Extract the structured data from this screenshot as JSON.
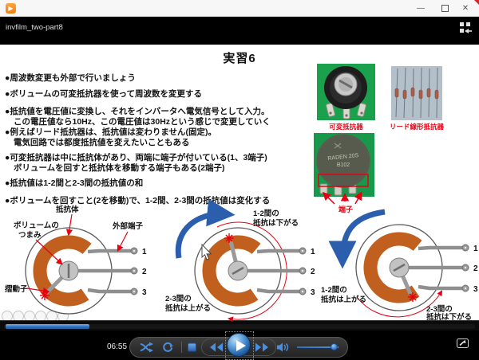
{
  "window": {
    "app_title": "invfilm_two-part8",
    "minimize_glyph": "—",
    "close_glyph": "✕"
  },
  "slide": {
    "title": "実習6",
    "bullets": [
      {
        "l1": "●周波数変更も外部で行いましょう"
      },
      {
        "l1": "●ボリュームの可変抵抗器を使って周波数を変更する"
      },
      {
        "l1": "●抵抗値を電圧値に変換し、それをインバータへ電気信号として入力。",
        "l2": "この電圧値なら10Hz、この電圧値は30Hzという感じで変更していく"
      },
      {
        "l1": "●例えばリード抵抗器は、抵抗値は変わりません(固定)。",
        "l2": "電気回路では都度抵抗値を変えたいこともある"
      },
      {
        "l1": "●可変抵抗器は中に抵抗体があり、両端に端子が付いている(1、3端子)",
        "l2": "ボリュームを回すと抵抗体を移動する端子もある(2端子)"
      },
      {
        "l1": "●抵抗値は1-2間と2-3間の抵抗値の和"
      },
      {
        "l1": "●ボリュームを回すこと(2を移動)で、1-2間、2-3間の抵抗値は変化する"
      }
    ],
    "photo_labels": {
      "pot_front": "可変抵抗器",
      "lead_resistors": "リード線形抵抗器",
      "terminals": "端子"
    },
    "disc_text": {
      "line1": "RADEN 20S",
      "line2": "B102"
    },
    "diagram": {
      "left": {
        "body": "抵抗体",
        "knob1": "ボリュームの",
        "knob2": "つまみ",
        "ext": "外部端子",
        "wiper": "摺動子",
        "t1": "1",
        "t2": "2",
        "t3": "3"
      },
      "mid": {
        "top1": "1-2間の",
        "top2": "抵抗は下がる",
        "bot1": "2-3間の",
        "bot2": "抵抗は上がる",
        "t1": "1",
        "t2": "2",
        "t3": "3"
      },
      "right": {
        "left1": "1-2間の",
        "left2": "抵抗は上がる",
        "bot1": "2-3間の",
        "bot2": "抵抗は下がる",
        "t1": "1",
        "t2": "2",
        "t3": "3"
      }
    }
  },
  "player": {
    "time": "06:55",
    "icons": [
      "turbo-icon",
      "repeat-icon",
      "stop-icon",
      "rewind-icon",
      "play-icon",
      "fast-forward-icon",
      "volume-icon",
      "fullscreen-icon",
      "switch-to-library-icon"
    ]
  },
  "colors": {
    "ring_orange": "#c05f1e",
    "label_red": "#e60012",
    "rotation_arrow_blue": "#2b5fae",
    "control_blue": "#4a8ee0",
    "progress_blue": "#2d6fbe",
    "photo_green": "#1ba14d",
    "photo_gray_blue": "#b3c0c9"
  }
}
